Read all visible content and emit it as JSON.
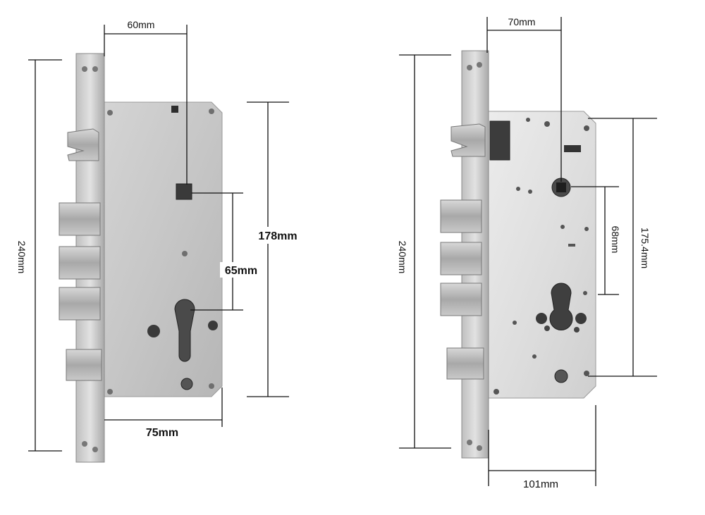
{
  "lock_a": {
    "dims": {
      "height_total": "240mm",
      "backset": "60mm",
      "case_height": "178mm",
      "center_distance": "65mm",
      "case_width": "75mm"
    }
  },
  "lock_b": {
    "dims": {
      "backset": "70mm",
      "height_total": "240mm",
      "case_height": "175.4mm",
      "center_distance": "68mm",
      "case_width": "101mm"
    }
  },
  "colors": {
    "steel_light": "#d9d9d9",
    "steel_mid": "#bdbdbd",
    "steel_dark": "#8f8f8f",
    "dimension_line": "#111111"
  }
}
